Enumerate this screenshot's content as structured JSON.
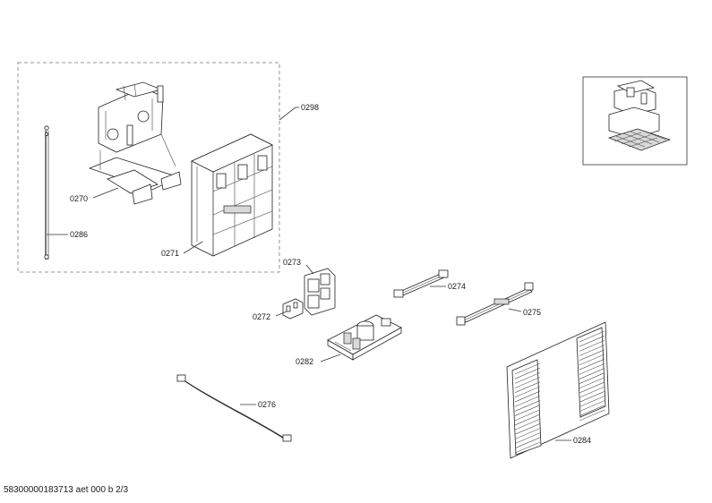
{
  "labels": {
    "p0298": "0298",
    "p0270": "0270",
    "p0286": "0286",
    "p0271": "0271",
    "p0273": "0273",
    "p0272": "0272",
    "p0274": "0274",
    "p0275": "0275",
    "p0282": "0282",
    "p0276": "0276",
    "p0284": "0284"
  },
  "footer": "58300000183713 aet 000 b 2/3"
}
